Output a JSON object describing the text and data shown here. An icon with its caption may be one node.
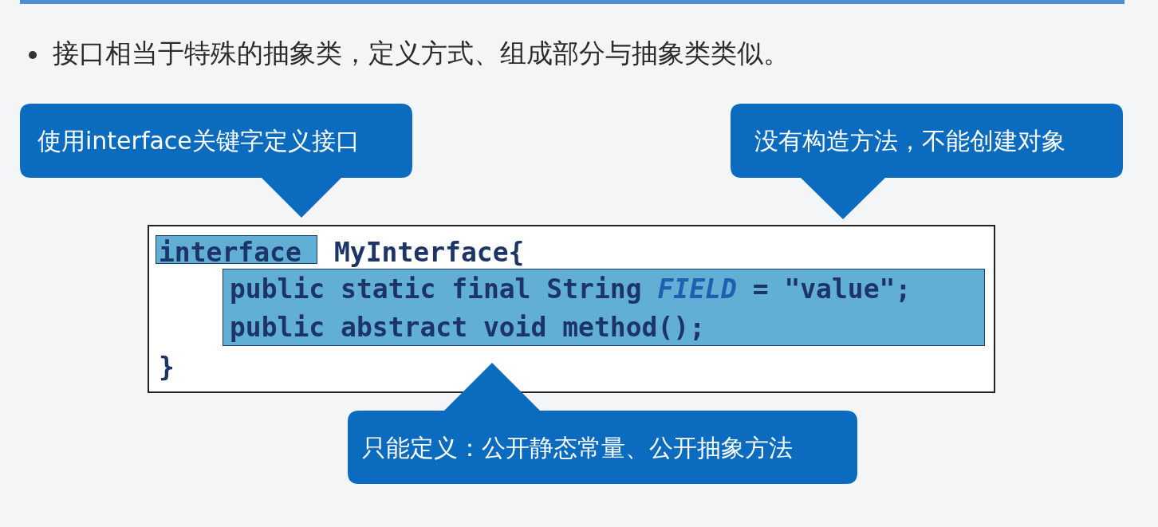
{
  "diagram": {
    "title": "接口相当于特殊的抽象类，定义方式、组成部分与抽象类类似。",
    "nodes": [
      {
        "text": [
          "使用interface关键字定义接口"
        ]
      },
      {
        "text": [
          "没有构造方法，不能创建对象"
        ]
      },
      {
        "text": [
          "interface",
          "MyInterface{",
          "public static final String *FIELD* = \"value\";",
          "public abstract void method();",
          "}"
        ]
      },
      {
        "text": [
          "只能定义：公开静态常量、公开抽象方法"
        ]
      }
    ]
  }
}
